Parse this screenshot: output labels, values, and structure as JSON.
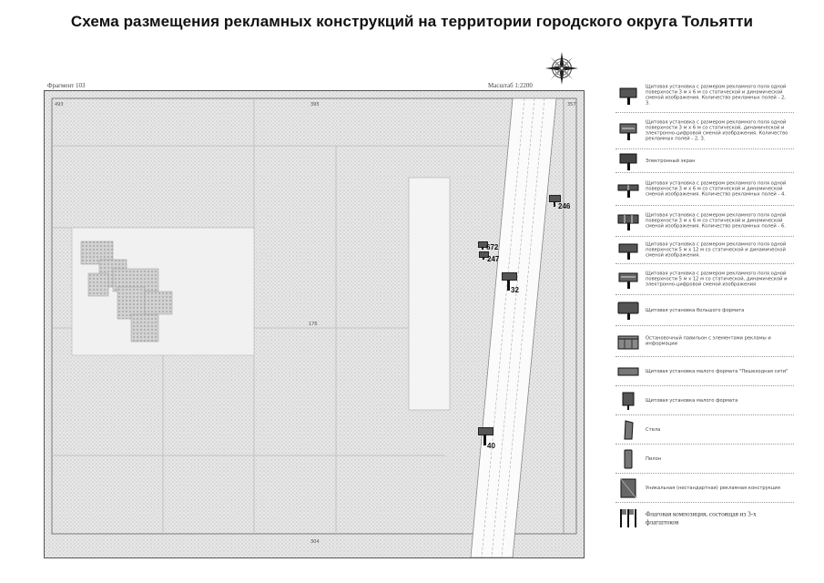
{
  "title": "Схема размещения рекламных конструкций на территории городского округа Тольятти",
  "fragment_label": "Фрагмент 103",
  "scale_label": "Масштаб 1:2200",
  "map_ticks": {
    "top_left": "493",
    "top_center": "395",
    "top_right": "357",
    "mid_left": "176",
    "bottom_center": "304"
  },
  "markers": [
    {
      "label": "246"
    },
    {
      "label": "672"
    },
    {
      "label": "247"
    },
    {
      "label": "32"
    },
    {
      "label": "40"
    }
  ],
  "legend": [
    {
      "symbol": "billboard-3x6-dynamic-icon",
      "text": "Щитовая установка с размером рекламного поля одной поверхности 3 м х 6 м со статической и динамической сменой изображения. Количество рекламных полей - 2, 3."
    },
    {
      "symbol": "billboard-3x6-electronic-icon",
      "text": "Щитовая установка с размером рекламного поля одной поверхности 3 м х 6 м со статической, динамической и электронно-цифровой сменой изображения. Количество рекламных полей - 2, 3."
    },
    {
      "symbol": "electronic-screen-icon",
      "text": "Электронный экран"
    },
    {
      "symbol": "billboard-4-fields-icon",
      "text": "Щитовая установка с размером рекламного поля одной поверхности 3 м х 6 м со статической и динамической сменой изображения. Количество рекламных полей - 4."
    },
    {
      "symbol": "billboard-6-fields-icon",
      "text": "Щитовая установка с размером рекламного поля одной поверхности 3 м х 6 м со статической и динамической сменой изображения. Количество рекламных полей - 6."
    },
    {
      "symbol": "billboard-5x12-icon",
      "text": "Щитовая установка с размером рекламного поля одной поверхности 5 м х 12 м со статической и динамической сменой изображения."
    },
    {
      "symbol": "billboard-5x12-electronic-icon",
      "text": "Щитовая установка с размером рекламного поля одной поверхности 5 м х 12 м со статической, динамической и электронно-цифровой сменой изображения"
    },
    {
      "symbol": "large-format-icon",
      "text": "Щитовая установка большого формата"
    },
    {
      "symbol": "pavilion-icon",
      "text": "Остановочный павильон с элементами рекламы и информации"
    },
    {
      "symbol": "small-format-pedestrian-icon",
      "text": "Щитовая установка малого формата \"Пешеходная сити\""
    },
    {
      "symbol": "small-format-icon",
      "text": "Щитовая установка малого формата"
    },
    {
      "symbol": "stela-icon",
      "text": "Стела"
    },
    {
      "symbol": "pylon-icon",
      "text": "Пилон"
    },
    {
      "symbol": "unique-construction-icon",
      "text": "Уникальная (нестандартная) рекламная конструкция"
    },
    {
      "symbol": "flag-composition-icon",
      "text": "Флаговая композиция, состоящая из 3-х флагштоков",
      "big": true
    }
  ],
  "colors": {
    "map_background": "#e4e4e4",
    "map_lines": "#bdbdbd",
    "marker_fill": "#555555",
    "road": "#ffffff"
  }
}
